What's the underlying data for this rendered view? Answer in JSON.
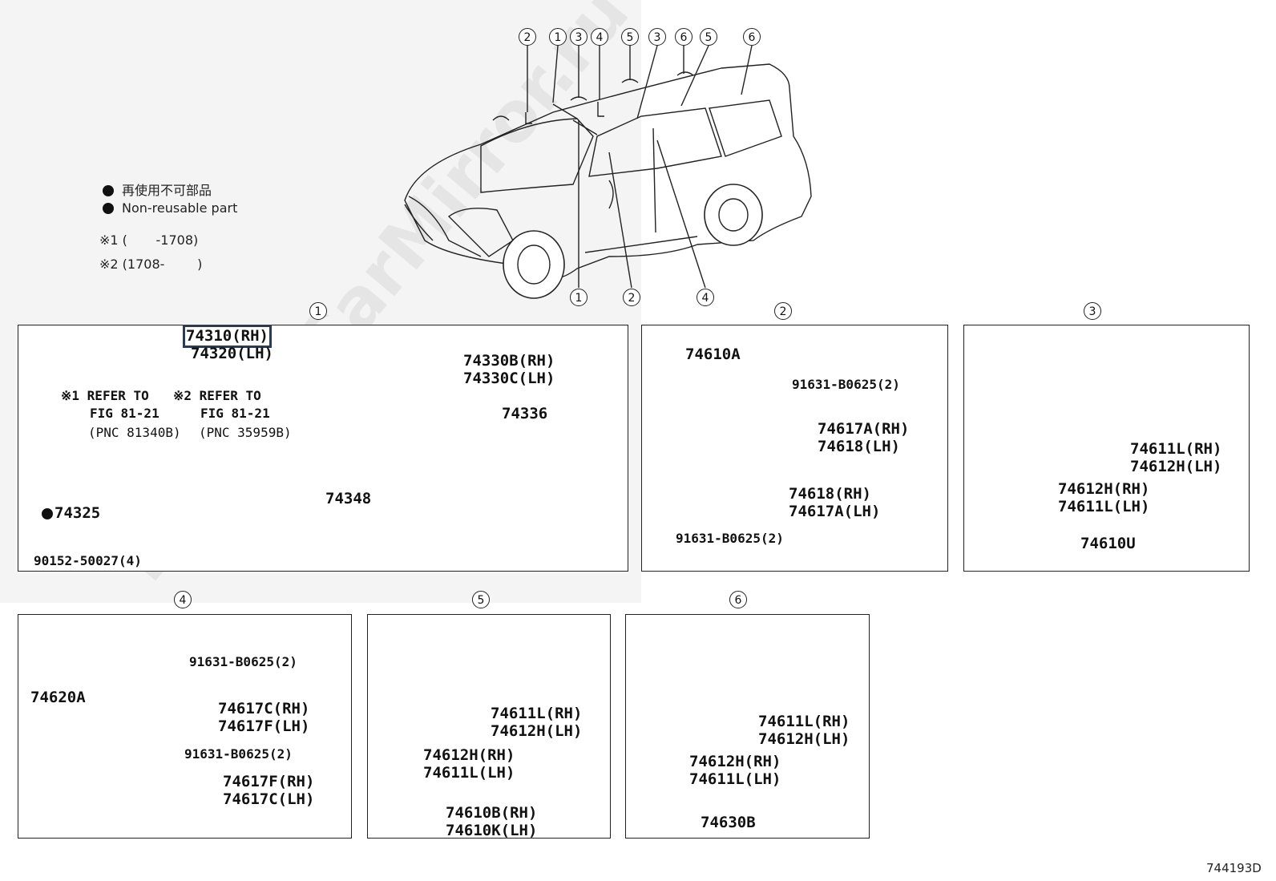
{
  "legend": {
    "nonreusable_jp": "再使用不可部品",
    "nonreusable_en": "Non-reusable part",
    "note1": "※1 (       -1708)",
    "note2": "※2 (1708-        )"
  },
  "watermark": "Toyota-CarMirror.ru",
  "figure_number": "744193D",
  "overview": {
    "callouts_top": [
      "2",
      "1",
      "3",
      "4",
      "5",
      "3",
      "6",
      "5",
      "6"
    ],
    "callouts_bottom": [
      "1",
      "2",
      "4"
    ]
  },
  "panel1": {
    "callout": "1",
    "visor_rh": "74310(RH)",
    "visor_lh": "74320(LH)",
    "refer1": "※1 REFER TO",
    "refer1_fig": "FIG 81-21",
    "refer1_pnc": "(PNC 81340B)",
    "refer2": "※2 REFER TO",
    "refer2_fig": "FIG 81-21",
    "refer2_pnc": "(PNC 35959B)",
    "cover": "74325",
    "screw": "90152-50027(4)",
    "holder": "74348",
    "visor2_rh": "74330B(RH)",
    "visor2_lh": "74330C(LH)",
    "clip": "74336"
  },
  "panel2": {
    "callout": "2",
    "grip": "74610A",
    "bolt_top": "91631-B0625(2)",
    "cap_top_rh": "74617A(RH)",
    "cap_top_lh": "74618(LH)",
    "cap_bot_rh": "74618(RH)",
    "cap_bot_lh": "74617A(LH)",
    "bolt_bottom": "91631-B0625(2)"
  },
  "panel3": {
    "callout": "3",
    "clip_a_rh": "74611L(RH)",
    "clip_a_lh": "74612H(LH)",
    "clip_b_rh": "74612H(RH)",
    "clip_b_lh": "74611L(LH)",
    "assy": "74610U"
  },
  "panel4": {
    "callout": "4",
    "grip": "74620A",
    "bolt_top": "91631-B0625(2)",
    "cap_top_rh": "74617C(RH)",
    "cap_top_lh": "74617F(LH)",
    "bolt_bottom": "91631-B0625(2)",
    "cap_bot_rh": "74617F(RH)",
    "cap_bot_lh": "74617C(LH)"
  },
  "panel5": {
    "callout": "5",
    "clip_a_rh": "74611L(RH)",
    "clip_a_lh": "74612H(LH)",
    "clip_b_rh": "74612H(RH)",
    "clip_b_lh": "74611L(LH)",
    "assy_rh": "74610B(RH)",
    "assy_lh": "74610K(LH)"
  },
  "panel6": {
    "callout": "6",
    "clip_a_rh": "74611L(RH)",
    "clip_a_lh": "74612H(LH)",
    "clip_b_rh": "74612H(RH)",
    "clip_b_lh": "74611L(LH)",
    "assy": "74630B"
  }
}
